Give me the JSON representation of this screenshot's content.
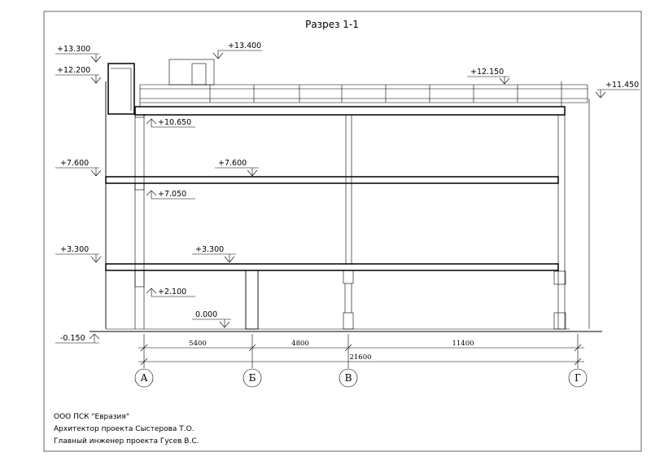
{
  "drawing": {
    "title": "Разрез 1-1",
    "credits": [
      "ООО ПСК \"Евразия\"",
      "Архитектор проекта Сыстерова Т.О.",
      "Главный инженер проекта Гусев В.С."
    ],
    "levels": {
      "top_parapet": "+13.300",
      "roof_left": "+12.200",
      "stair_exit": "+13.400",
      "roof_right": "+12.150",
      "far_right": "+11.450",
      "ceiling_2": "+10.650",
      "floor_3_left": "+7.600",
      "floor_3_mid": "+7.600",
      "ceiling_1": "+7.050",
      "floor_2_left": "+3.300",
      "floor_2_mid": "+3.300",
      "beam_1": "+2.100",
      "ground_floor": "0.000",
      "grade": "-0.150"
    },
    "dimensions": {
      "span_ab": "5400",
      "span_bv": "4800",
      "span_vg": "11400",
      "total": "21600"
    },
    "axes": [
      "А",
      "Б",
      "В",
      "Г"
    ]
  }
}
